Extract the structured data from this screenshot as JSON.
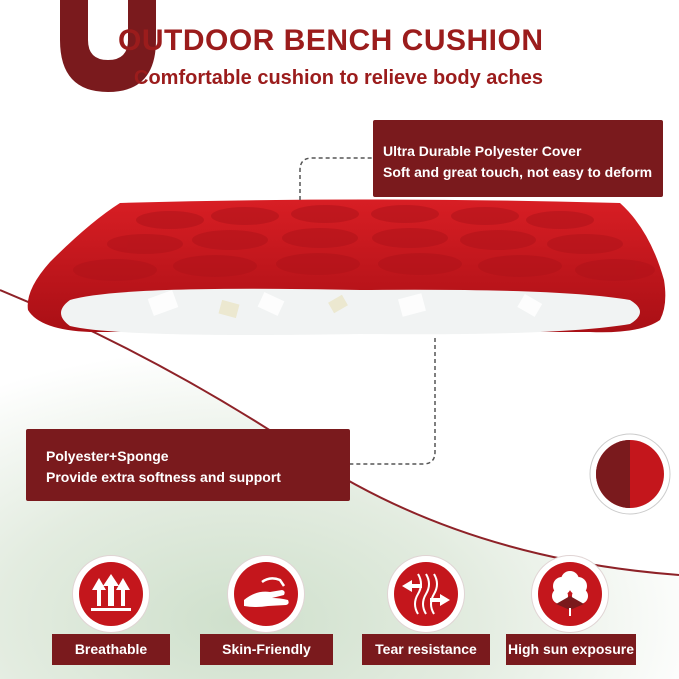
{
  "header": {
    "title": "OUTDOOR BENCH CUSHION",
    "subtitle": "Comfortable cushion to relieve body aches"
  },
  "callouts": {
    "cover": {
      "line1": "Ultra Durable Polyester Cover",
      "line2": "Soft and great touch, not easy to deform"
    },
    "filling": {
      "line1": "Polyester+Sponge",
      "line2": "Provide extra softness and support"
    }
  },
  "features": [
    {
      "label": "Breathable",
      "icon": "arrows-up-icon"
    },
    {
      "label": "Skin-Friendly",
      "icon": "hand-icon"
    },
    {
      "label": "Tear resistance",
      "icon": "fabric-arrows-icon"
    },
    {
      "label": "High sun exposure",
      "icon": "cotton-icon"
    }
  ],
  "colors": {
    "brand": "#7a1a1d",
    "title": "#9b1c1c",
    "cushion": "#c4161c",
    "background_green": "#dfe9dc"
  }
}
